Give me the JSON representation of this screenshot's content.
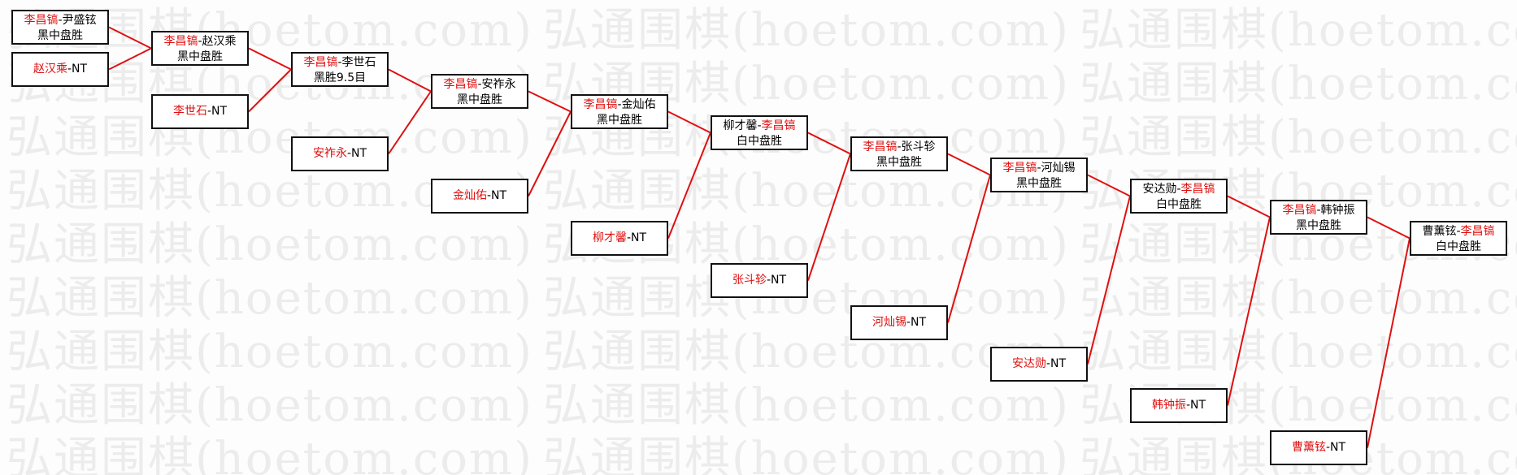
{
  "watermark": "弘通围棋(hoetom.com)",
  "colors": {
    "highlight": "#e01010",
    "line": "#e01010",
    "border": "#111111"
  },
  "nodes": [
    {
      "id": "r1m1",
      "p1": "李昌镐",
      "p2": "尹盛铉",
      "hl": 1,
      "result": "黑中盘胜"
    },
    {
      "id": "r1m2",
      "p1": "赵汉乘",
      "p2": "NT",
      "hl": 1,
      "result": ""
    },
    {
      "id": "r2m1",
      "p1": "李昌镐",
      "p2": "赵汉乘",
      "hl": 1,
      "result": "黑中盘胜"
    },
    {
      "id": "r2m2",
      "p1": "李世石",
      "p2": "NT",
      "hl": 1,
      "result": ""
    },
    {
      "id": "r3m1",
      "p1": "李昌镐",
      "p2": "李世石",
      "hl": 1,
      "result": "黑胜9.5目"
    },
    {
      "id": "r3m2",
      "p1": "安祚永",
      "p2": "NT",
      "hl": 1,
      "result": ""
    },
    {
      "id": "r4m1",
      "p1": "李昌镐",
      "p2": "安祚永",
      "hl": 1,
      "result": "黑中盘胜"
    },
    {
      "id": "r4m2",
      "p1": "金灿佑",
      "p2": "NT",
      "hl": 1,
      "result": ""
    },
    {
      "id": "r5m1",
      "p1": "李昌镐",
      "p2": "金灿佑",
      "hl": 1,
      "result": "黑中盘胜"
    },
    {
      "id": "r5m2",
      "p1": "柳才馨",
      "p2": "NT",
      "hl": 1,
      "result": ""
    },
    {
      "id": "r6m1",
      "p1": "柳才馨",
      "p2": "李昌镐",
      "hl": 2,
      "result": "白中盘胜"
    },
    {
      "id": "r6m2",
      "p1": "张斗轸",
      "p2": "NT",
      "hl": 1,
      "result": ""
    },
    {
      "id": "r7m1",
      "p1": "李昌镐",
      "p2": "张斗轸",
      "hl": 1,
      "result": "黑中盘胜"
    },
    {
      "id": "r7m2",
      "p1": "河灿锡",
      "p2": "NT",
      "hl": 1,
      "result": ""
    },
    {
      "id": "r8m1",
      "p1": "李昌镐",
      "p2": "河灿锡",
      "hl": 1,
      "result": "黑中盘胜"
    },
    {
      "id": "r8m2",
      "p1": "安达勋",
      "p2": "NT",
      "hl": 1,
      "result": ""
    },
    {
      "id": "r9m1",
      "p1": "安达勋",
      "p2": "李昌镐",
      "hl": 2,
      "result": "白中盘胜"
    },
    {
      "id": "r9m2",
      "p1": "韩钟振",
      "p2": "NT",
      "hl": 1,
      "result": ""
    },
    {
      "id": "r10m1",
      "p1": "李昌镐",
      "p2": "韩钟振",
      "hl": 1,
      "result": "黑中盘胜"
    },
    {
      "id": "r10m2",
      "p1": "曹薰铉",
      "p2": "NT",
      "hl": 1,
      "result": ""
    },
    {
      "id": "r11m1",
      "p1": "曹薰铉",
      "p2": "李昌镐",
      "hl": 2,
      "result": "白中盘胜"
    }
  ],
  "edges": [
    [
      "r1m1",
      "r2m1"
    ],
    [
      "r1m2",
      "r2m1"
    ],
    [
      "r2m1",
      "r3m1"
    ],
    [
      "r2m2",
      "r3m1"
    ],
    [
      "r3m1",
      "r4m1"
    ],
    [
      "r3m2",
      "r4m1"
    ],
    [
      "r4m1",
      "r5m1"
    ],
    [
      "r4m2",
      "r5m1"
    ],
    [
      "r5m1",
      "r6m1"
    ],
    [
      "r5m2",
      "r6m1"
    ],
    [
      "r6m1",
      "r7m1"
    ],
    [
      "r6m2",
      "r7m1"
    ],
    [
      "r7m1",
      "r8m1"
    ],
    [
      "r7m2",
      "r8m1"
    ],
    [
      "r8m1",
      "r9m1"
    ],
    [
      "r8m2",
      "r9m1"
    ],
    [
      "r9m1",
      "r10m1"
    ],
    [
      "r9m2",
      "r10m1"
    ],
    [
      "r10m1",
      "r11m1"
    ],
    [
      "r10m2",
      "r11m1"
    ]
  ]
}
